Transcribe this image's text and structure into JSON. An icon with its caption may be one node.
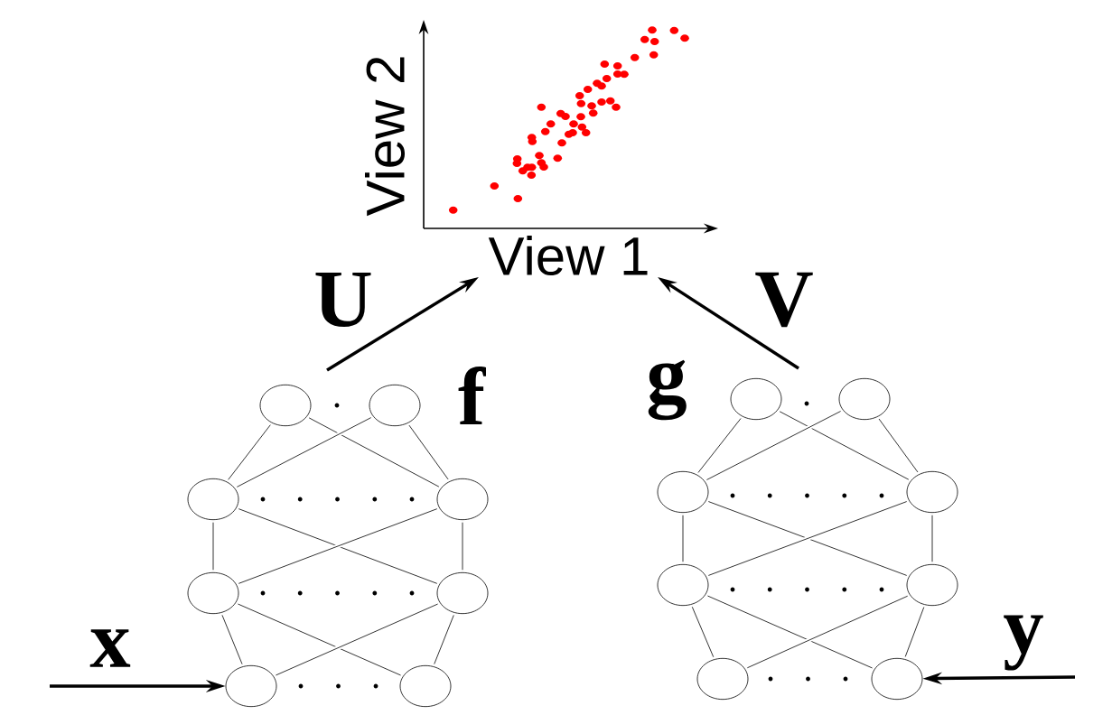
{
  "diagram": {
    "nodes": [
      {
        "text": [
          "View 2",
          "View 1"
        ]
      },
      {
        "text": [],
        "shape": "circle"
      },
      {
        "text": [],
        "shape": "circle"
      },
      {
        "text": [],
        "shape": "circle"
      },
      {
        "text": [],
        "shape": "circle"
      },
      {
        "text": [],
        "shape": "circle"
      },
      {
        "text": [],
        "shape": "circle"
      },
      {
        "text": [],
        "shape": "circle"
      },
      {
        "text": [],
        "shape": "circle"
      },
      {
        "text": [],
        "shape": "circle"
      },
      {
        "text": [],
        "shape": "circle"
      },
      {
        "text": [],
        "shape": "circle"
      },
      {
        "text": [],
        "shape": "circle"
      },
      {
        "text": [],
        "shape": "circle"
      },
      {
        "text": [],
        "shape": "circle"
      },
      {
        "text": [],
        "shape": "circle"
      },
      {
        "text": [],
        "shape": "circle"
      }
    ],
    "edges": [
      {
        "from": 1,
        "to": 3,
        "arrow": "none"
      },
      {
        "from": 1,
        "to": 4,
        "arrow": "none"
      },
      {
        "from": 2,
        "to": 3,
        "arrow": "none"
      },
      {
        "from": 2,
        "to": 4,
        "arrow": "none"
      },
      {
        "from": 3,
        "to": 5,
        "arrow": "none"
      },
      {
        "from": 3,
        "to": 6,
        "arrow": "none"
      },
      {
        "from": 4,
        "to": 5,
        "arrow": "none"
      },
      {
        "from": 4,
        "to": 6,
        "arrow": "none"
      },
      {
        "from": 5,
        "to": 7,
        "arrow": "none"
      },
      {
        "from": 5,
        "to": 8,
        "arrow": "none"
      },
      {
        "from": 6,
        "to": 7,
        "arrow": "none"
      },
      {
        "from": 6,
        "to": 8,
        "arrow": "none"
      },
      {
        "from": 9,
        "to": 11,
        "arrow": "none"
      },
      {
        "from": 9,
        "to": 12,
        "arrow": "none"
      },
      {
        "from": 10,
        "to": 11,
        "arrow": "none"
      },
      {
        "from": 10,
        "to": 12,
        "arrow": "none"
      },
      {
        "from": 11,
        "to": 13,
        "arrow": "none"
      },
      {
        "from": 11,
        "to": 14,
        "arrow": "none"
      },
      {
        "from": 12,
        "to": 13,
        "arrow": "none"
      },
      {
        "from": 12,
        "to": 14,
        "arrow": "none"
      },
      {
        "from": 13,
        "to": 15,
        "arrow": "none"
      },
      {
        "from": 13,
        "to": 16,
        "arrow": "none"
      },
      {
        "from": 14,
        "to": 15,
        "arrow": "none"
      },
      {
        "from": 14,
        "to": 16,
        "arrow": "none"
      },
      {
        "from": null,
        "to": 0,
        "arrow": "to",
        "label": "U",
        "style": "thick"
      },
      {
        "from": null,
        "to": 0,
        "arrow": "to",
        "label": "V",
        "style": "thick"
      },
      {
        "from": null,
        "to": 7,
        "arrow": "to",
        "label": "x",
        "style": "thick"
      },
      {
        "from": null,
        "to": 16,
        "arrow": "to",
        "label": "y",
        "style": "thick"
      }
    ],
    "labels": [
      "f",
      "g"
    ]
  }
}
